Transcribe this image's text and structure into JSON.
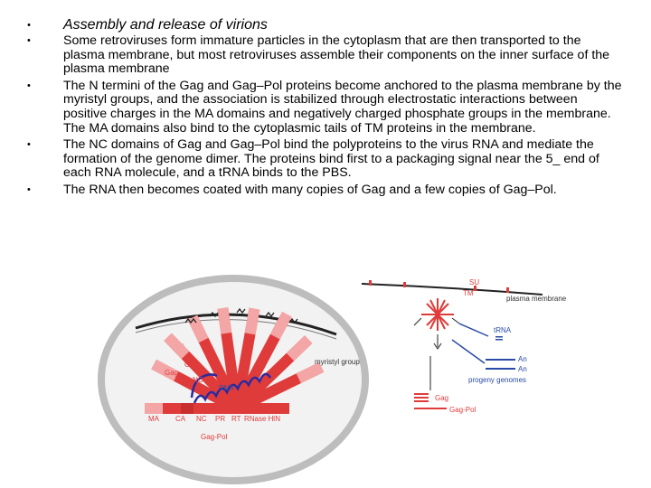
{
  "slide": {
    "bullets": [
      "Assembly and release of virions",
      "Some retroviruses form immature particles in the cytoplasm that are then transported to the plasma membrane, but most retroviruses assemble their components on the inner surface of the plasma membrane",
      "The N termini of the Gag and Gag–Pol proteins become anchored to the plasma membrane by the myristyl groups, and the association is stabilized through electrostatic interactions between positive charges in the MA domains and negatively charged phosphate groups in the membrane. The MA domains also bind to the cytoplasmic tails of TM proteins in the membrane.",
      "The NC domains of Gag and Gag–Pol bind the polyproteins to the virus RNA and mediate the formation of the genome dimer. The proteins bind first to a packaging signal near the 5_ end of each RNA molecule, and a tRNA binds to the PBS.",
      "The RNA then becomes coated with many copies of Gag and a few copies of Gag–Pol."
    ],
    "bullet_glyph": "•"
  },
  "diagram": {
    "left": {
      "ma": "MA",
      "ca": "CA",
      "gag": "Gag",
      "nc": "NC",
      "rna": "RNA",
      "myristyl": "myristyl group",
      "domains": [
        "MA",
        "CA",
        "NC",
        "PR",
        "RT",
        "RNase H",
        "IN"
      ],
      "gagpol": "Gag-Pol"
    },
    "right": {
      "su": "SU",
      "tm": "TM",
      "membrane": "plasma membrane",
      "trna": "tRNA",
      "a1": "An",
      "a2": "An",
      "progeny": "progeny genomes",
      "gag": "Gag",
      "gagpol": "Gag-Pol"
    }
  }
}
